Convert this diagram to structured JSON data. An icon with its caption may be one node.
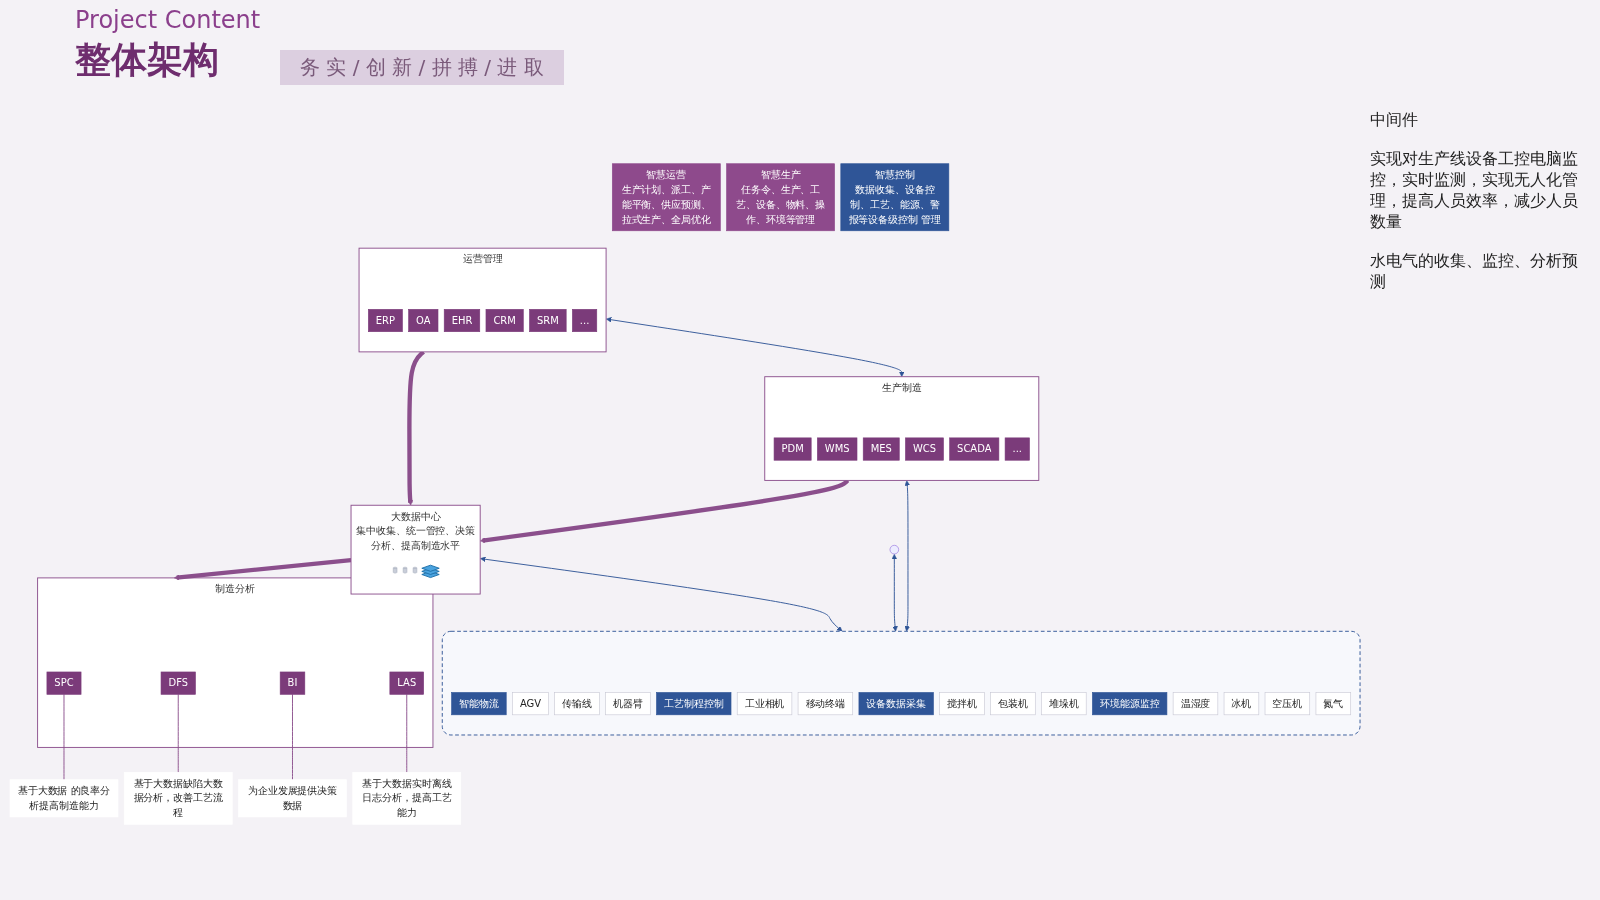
{
  "diagram": {
    "title": "整体架构",
    "nodes": [
      {
        "text": [
          "智慧运营",
          "生产计划、派工、产能平衡、供应预测、拉式生产、全局优化"
        ]
      },
      {
        "text": [
          "运营管理"
        ]
      },
      {
        "text": [
          "ERP"
        ],
        "in": 1
      },
      {
        "text": [
          "OA"
        ],
        "in": 1
      },
      {
        "text": [
          "EHR"
        ],
        "in": 1
      },
      {
        "text": [
          "CRM"
        ],
        "in": 1
      },
      {
        "text": [
          "SRM"
        ],
        "in": 1
      },
      {
        "text": [
          "..."
        ],
        "in": 1
      },
      {
        "text": [
          "智慧生产",
          "任务令、生产、工艺、设备、物料、操作、环境等管理"
        ]
      },
      {
        "text": [
          "生产制造"
        ]
      },
      {
        "text": [
          "PDM"
        ],
        "in": 9
      },
      {
        "text": [
          "WMS"
        ],
        "in": 9
      },
      {
        "text": [
          "MES"
        ],
        "in": 9
      },
      {
        "text": [
          "WCS"
        ],
        "in": 9
      },
      {
        "text": [
          "SCADA"
        ],
        "in": 9
      },
      {
        "text": [
          "..."
        ],
        "in": 9
      },
      {
        "text": [
          "大数据中心",
          "集中收集、统一管控、决策分析、提高制造水平"
        ]
      },
      {
        "text": [],
        "shape": "cylinder",
        "in": 16
      },
      {
        "text": [],
        "shape": "cylinder",
        "in": 16
      },
      {
        "text": [],
        "shape": "cylinder",
        "in": 16
      },
      {
        "text": [],
        "shape": "picture",
        "in": 16
      },
      {
        "text": [
          "制造分析"
        ]
      },
      {
        "text": [
          "SPC"
        ],
        "in": 21
      },
      {
        "text": [
          "DFS"
        ],
        "in": 21
      },
      {
        "text": [
          "BI"
        ],
        "in": 21
      },
      {
        "text": [
          "LAS"
        ],
        "in": 21
      },
      {
        "text": [
          "基于大数据 的良率分析提高制造能力"
        ]
      },
      {
        "text": [
          "基于大数据缺陷大数据分析，改善工艺流程"
        ]
      },
      {
        "text": [
          "为企业发展提供决策数据"
        ]
      },
      {
        "text": [
          "基于大数据实时离线日志分析，提高工艺能力"
        ]
      },
      {
        "text": [
          "智慧控制",
          "数据收集、设备控制、工艺、能源、警报等设备级控制 管理"
        ]
      },
      {
        "text": [],
        "shape": "box"
      },
      {
        "text": [
          "智能物流"
        ],
        "in": 31
      },
      {
        "text": [
          "AGV"
        ],
        "in": 31
      },
      {
        "text": [
          "传输线"
        ],
        "in": 31
      },
      {
        "text": [
          "机器臂"
        ],
        "in": 31
      },
      {
        "text": [
          "工艺制程控制"
        ],
        "in": 31
      },
      {
        "text": [
          "工业相机"
        ],
        "in": 31
      },
      {
        "text": [
          "移动终端"
        ],
        "in": 31
      },
      {
        "text": [
          "设备数据采集"
        ],
        "in": 31
      },
      {
        "text": [
          "搅拌机"
        ],
        "in": 31
      },
      {
        "text": [
          "包装机"
        ],
        "in": 31
      },
      {
        "text": [
          "堆垛机"
        ],
        "in": 31
      },
      {
        "text": [
          "环境能源监控"
        ],
        "in": 31
      },
      {
        "text": [
          "温湿度"
        ],
        "in": 31
      },
      {
        "text": [
          "冰机"
        ],
        "in": 31
      },
      {
        "text": [
          "空压机"
        ],
        "in": 31
      },
      {
        "text": [
          "氮气"
        ],
        "in": 31
      }
    ],
    "edges": [
      {
        "from": 1,
        "to": 16,
        "arrow": "to",
        "style": "thick"
      },
      {
        "from": 9,
        "to": 16,
        "arrow": "to",
        "style": "thick"
      },
      {
        "from": 16,
        "to": 21,
        "arrow": "to",
        "style": "thick"
      },
      {
        "from": 1,
        "to": 9,
        "arrow": "both",
        "color": "#2f5597"
      },
      {
        "from": 9,
        "to": 31,
        "arrow": "both",
        "color": "#2f5597"
      },
      {
        "from": null,
        "to": 31,
        "arrow": "both",
        "color": "#2f5597"
      },
      {
        "from": 16,
        "to": 31,
        "arrow": "both",
        "color": "#2f5597"
      },
      {
        "from": 22,
        "to": 26,
        "arrow": "none"
      },
      {
        "from": 23,
        "to": 27,
        "arrow": "none"
      },
      {
        "from": 24,
        "to": 28,
        "arrow": "none"
      },
      {
        "from": 25,
        "to": 29,
        "arrow": "none"
      }
    ],
    "labels": [
      "Project Content",
      "务 实 / 创 新 / 拼 搏 / 进 取",
      "中间件",
      "实现对生产线设备工控电脑监控，实时监测，实现无人化管理，提高人员效率，减少人员数量",
      "水电气的收集、监控、分析预测"
    ]
  }
}
